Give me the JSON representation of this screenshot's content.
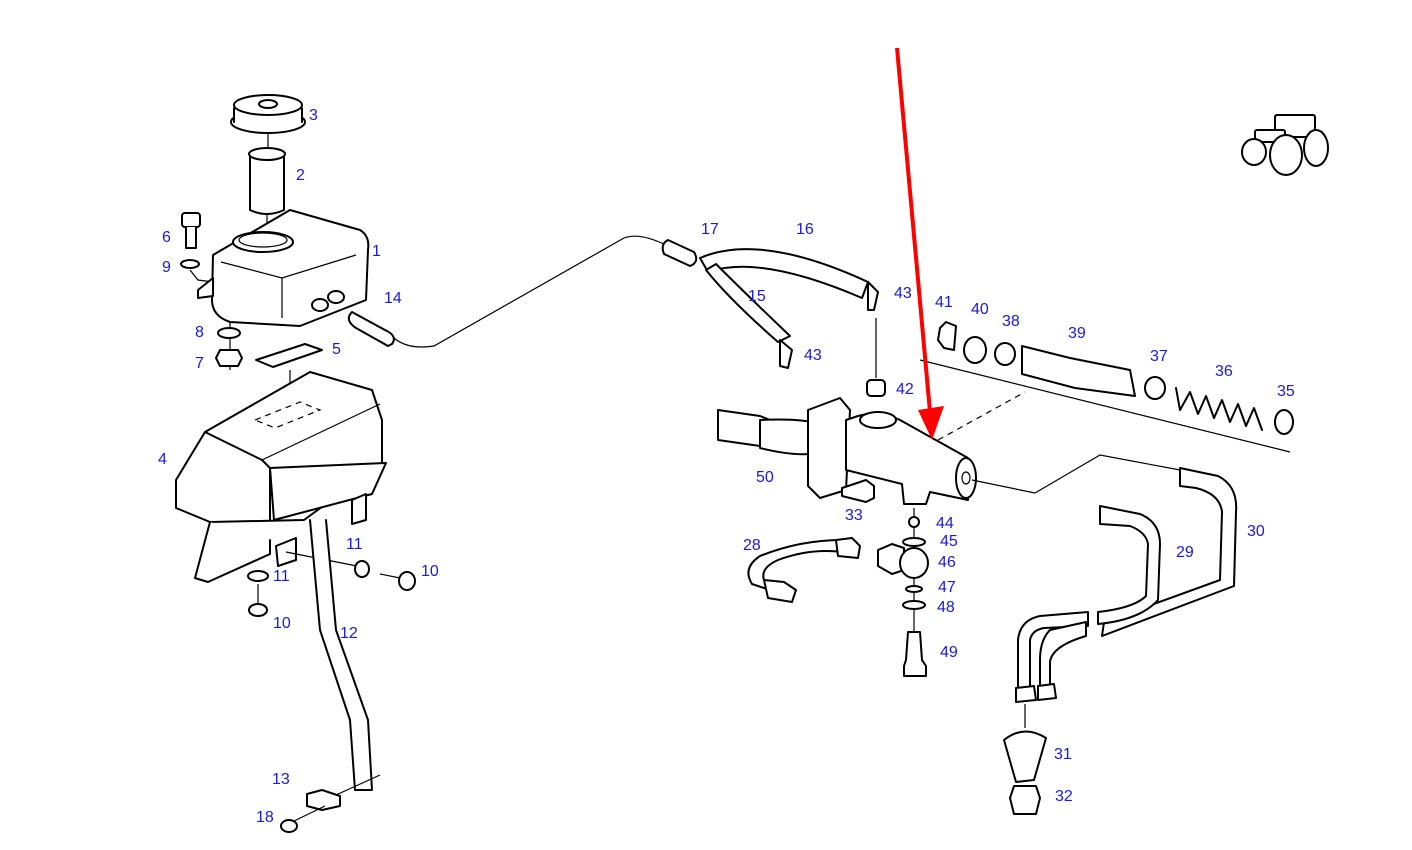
{
  "diagram": {
    "type": "exploded-parts-diagram",
    "subject": "clutch master cylinder and reservoir assembly",
    "label_color": "#1a1ad6",
    "highlight_color": "#ff0000",
    "highlight": {
      "kind": "arrow",
      "points_to": "master-cylinder-body"
    },
    "corner_icon": "tractor-icon",
    "callouts": [
      {
        "id": "c1",
        "text": "1"
      },
      {
        "id": "c2",
        "text": "2"
      },
      {
        "id": "c3",
        "text": "3"
      },
      {
        "id": "c4",
        "text": "4"
      },
      {
        "id": "c5",
        "text": "5"
      },
      {
        "id": "c6",
        "text": "6"
      },
      {
        "id": "c7",
        "text": "7"
      },
      {
        "id": "c8",
        "text": "8"
      },
      {
        "id": "c9",
        "text": "9"
      },
      {
        "id": "c10a",
        "text": "10"
      },
      {
        "id": "c10b",
        "text": "10"
      },
      {
        "id": "c11a",
        "text": "11"
      },
      {
        "id": "c11b",
        "text": "11"
      },
      {
        "id": "c12",
        "text": "12"
      },
      {
        "id": "c13",
        "text": "13"
      },
      {
        "id": "c14",
        "text": "14"
      },
      {
        "id": "c15",
        "text": "15"
      },
      {
        "id": "c16",
        "text": "16"
      },
      {
        "id": "c17",
        "text": "17"
      },
      {
        "id": "c18",
        "text": "18"
      },
      {
        "id": "c28",
        "text": "28"
      },
      {
        "id": "c29",
        "text": "29"
      },
      {
        "id": "c30",
        "text": "30"
      },
      {
        "id": "c31",
        "text": "31"
      },
      {
        "id": "c32",
        "text": "32"
      },
      {
        "id": "c33",
        "text": "33"
      },
      {
        "id": "c35",
        "text": "35"
      },
      {
        "id": "c36",
        "text": "36"
      },
      {
        "id": "c37",
        "text": "37"
      },
      {
        "id": "c38",
        "text": "38"
      },
      {
        "id": "c39",
        "text": "39"
      },
      {
        "id": "c40",
        "text": "40"
      },
      {
        "id": "c41",
        "text": "41"
      },
      {
        "id": "c42",
        "text": "42"
      },
      {
        "id": "c43a",
        "text": "43"
      },
      {
        "id": "c43b",
        "text": "43"
      },
      {
        "id": "c44",
        "text": "44"
      },
      {
        "id": "c45",
        "text": "45"
      },
      {
        "id": "c46",
        "text": "46"
      },
      {
        "id": "c47",
        "text": "47"
      },
      {
        "id": "c48",
        "text": "48"
      },
      {
        "id": "c49",
        "text": "49"
      },
      {
        "id": "c50",
        "text": "50"
      }
    ]
  }
}
